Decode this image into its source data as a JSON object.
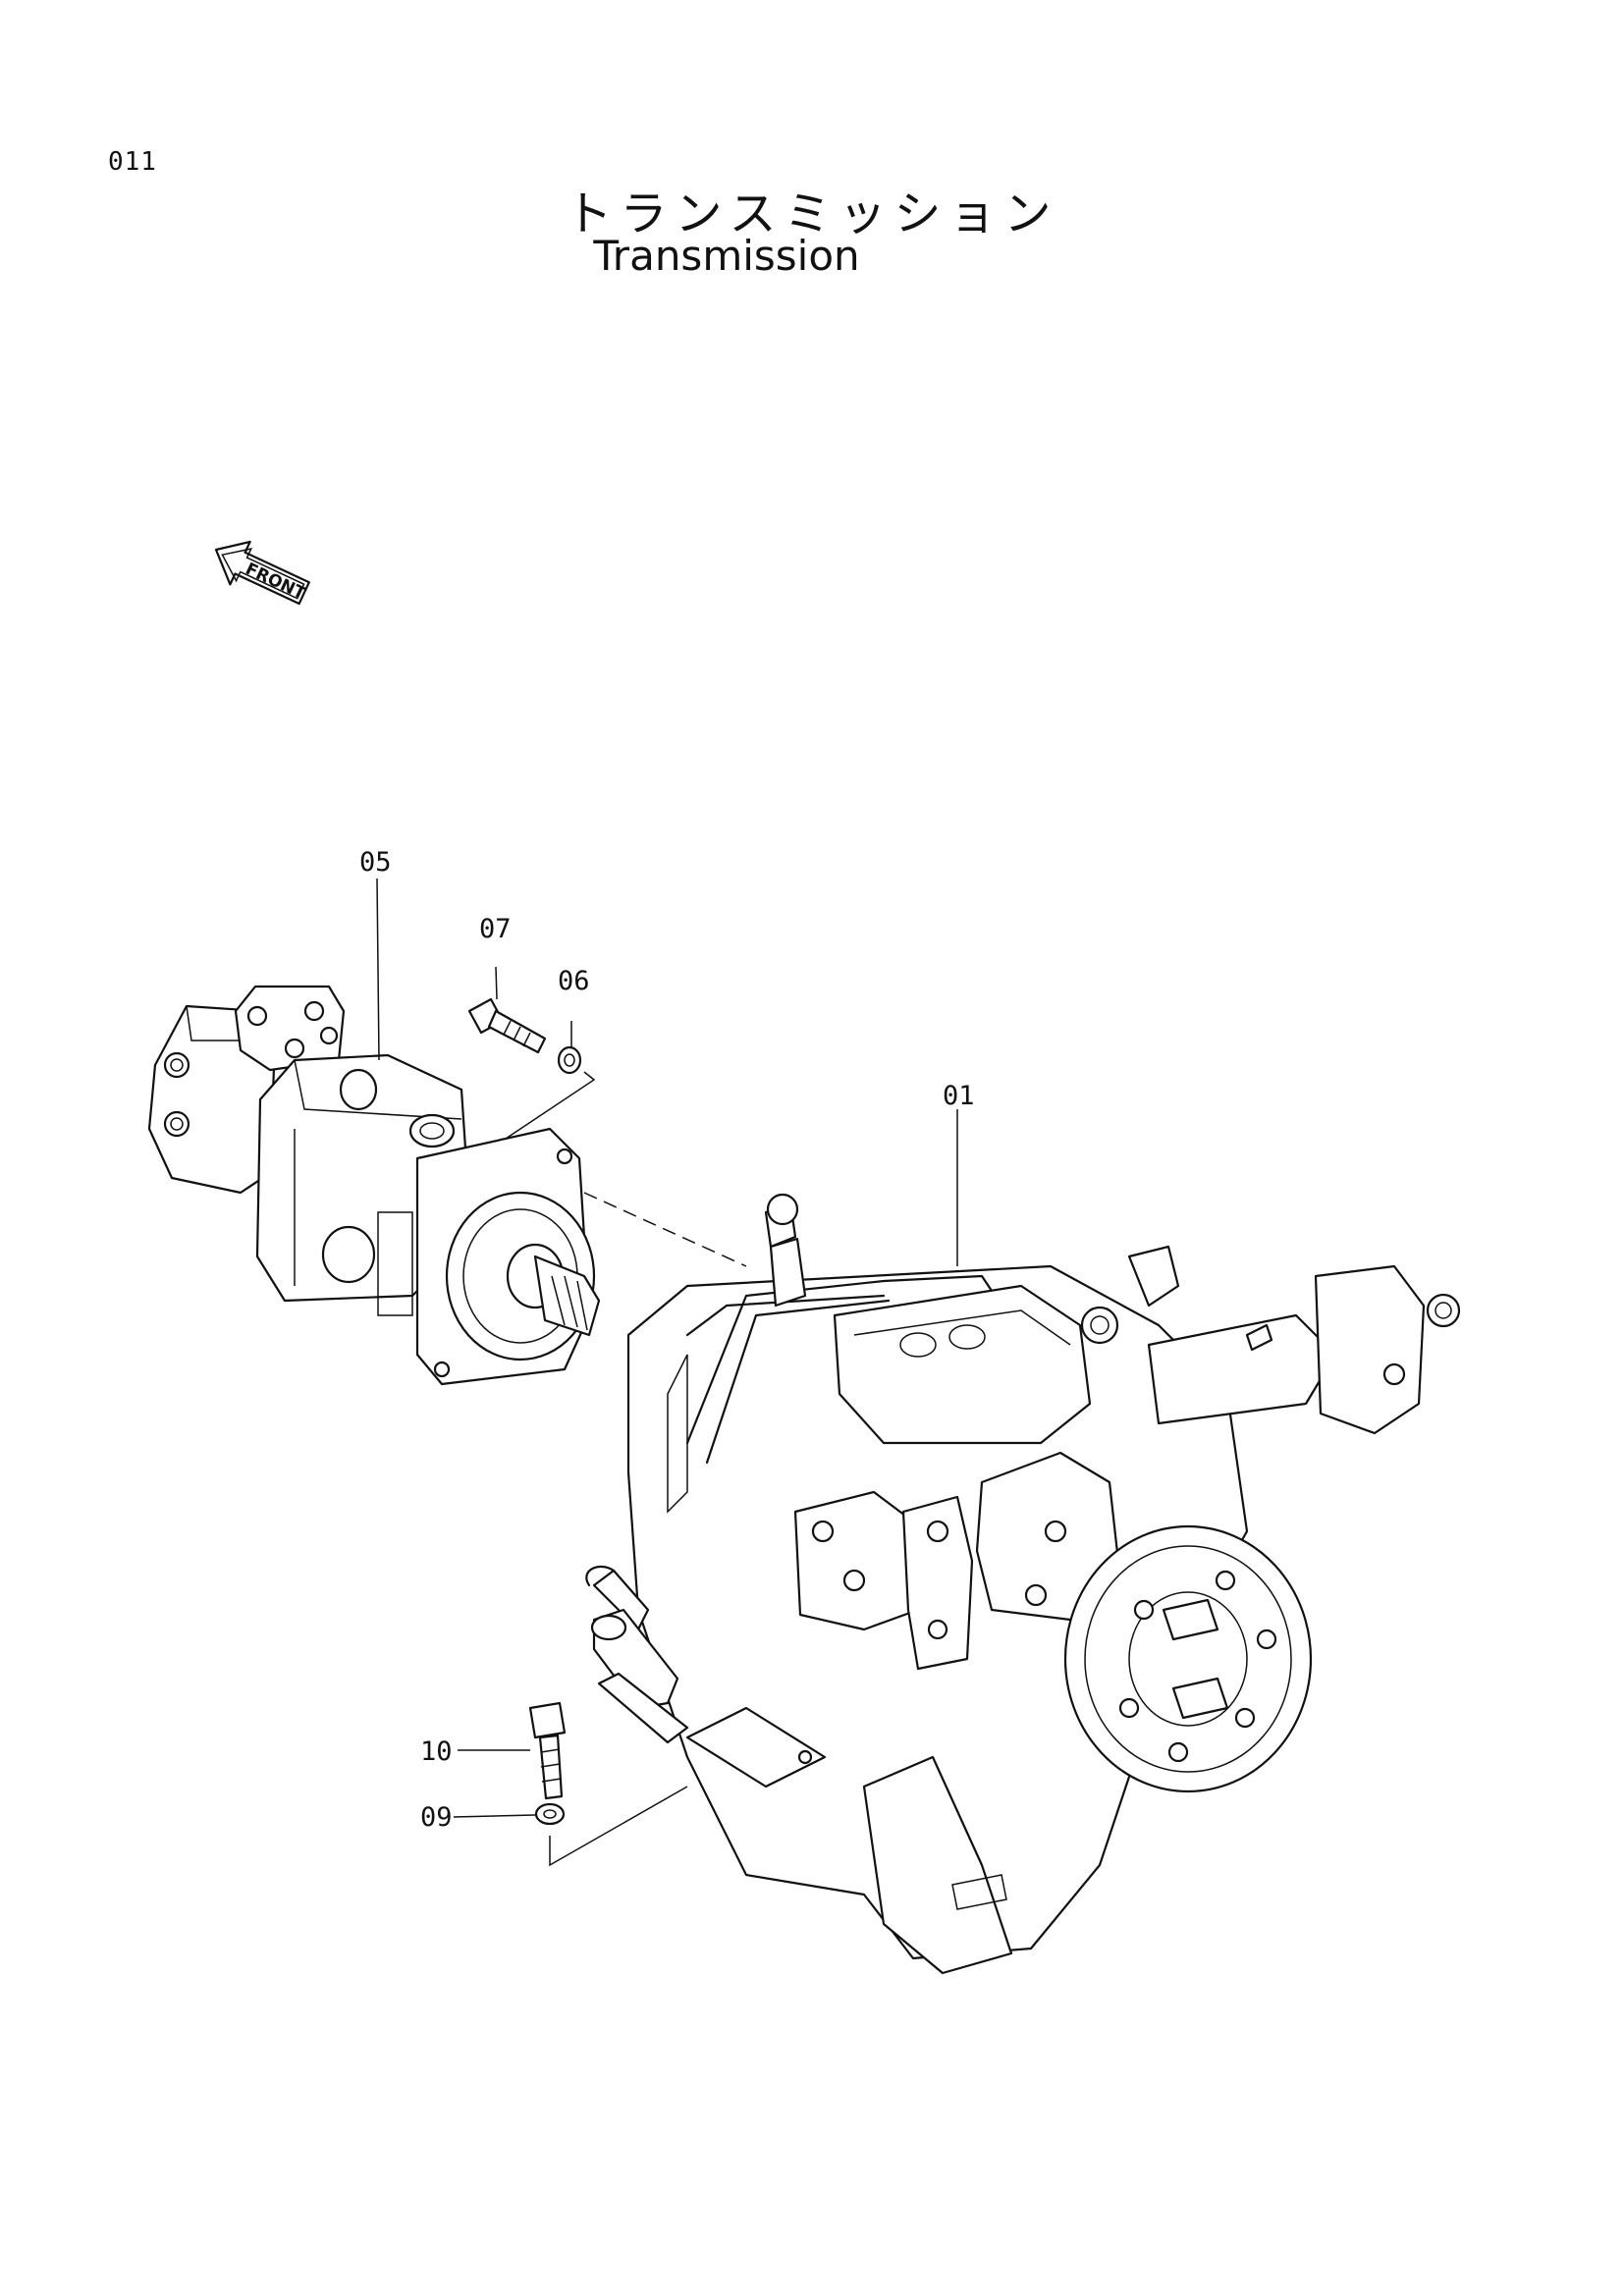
{
  "page": {
    "number": "011"
  },
  "title": {
    "japanese": "トランスミッション",
    "english": "Transmission"
  },
  "orientation": {
    "label": "FRONT",
    "icon": "front-arrow-icon"
  },
  "callouts": [
    {
      "id": "05"
    },
    {
      "id": "07"
    },
    {
      "id": "06"
    },
    {
      "id": "01"
    },
    {
      "id": "10"
    },
    {
      "id": "09"
    }
  ]
}
